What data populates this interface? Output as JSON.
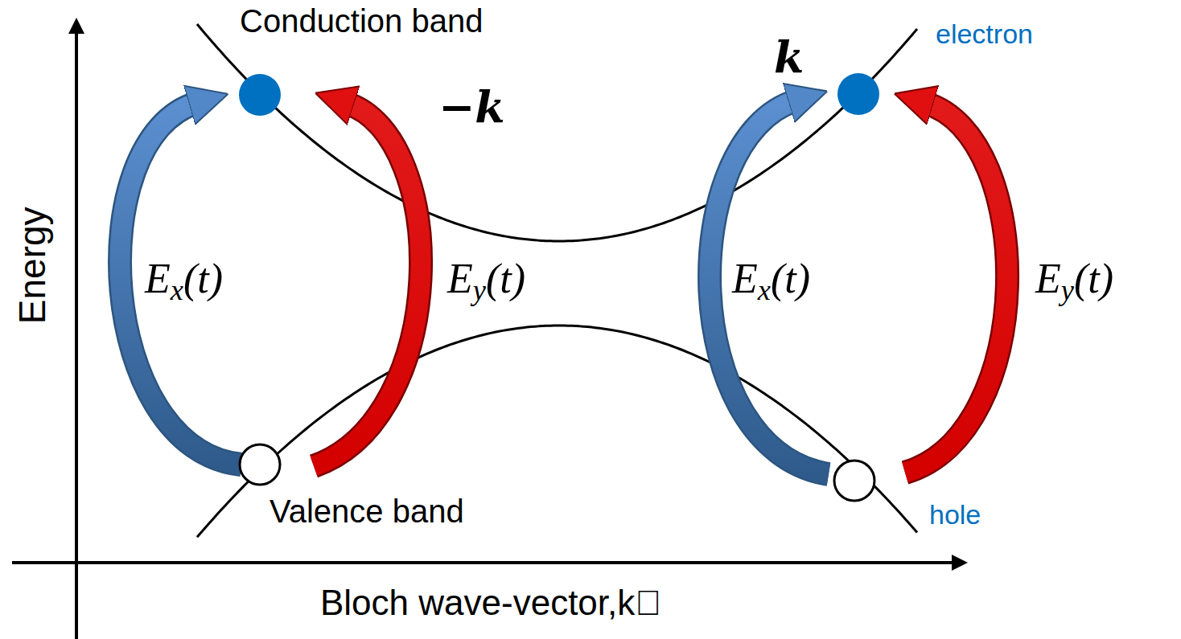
{
  "diagram": {
    "labels": [
      "Conduction band",
      "−k",
      "k",
      "electron",
      "Energy",
      "Ex(t)",
      "Ey(t)",
      "Ex(t)",
      "Ey(t)",
      "Valence band",
      "hole",
      "Bloch wave-vector,k⃗"
    ]
  }
}
